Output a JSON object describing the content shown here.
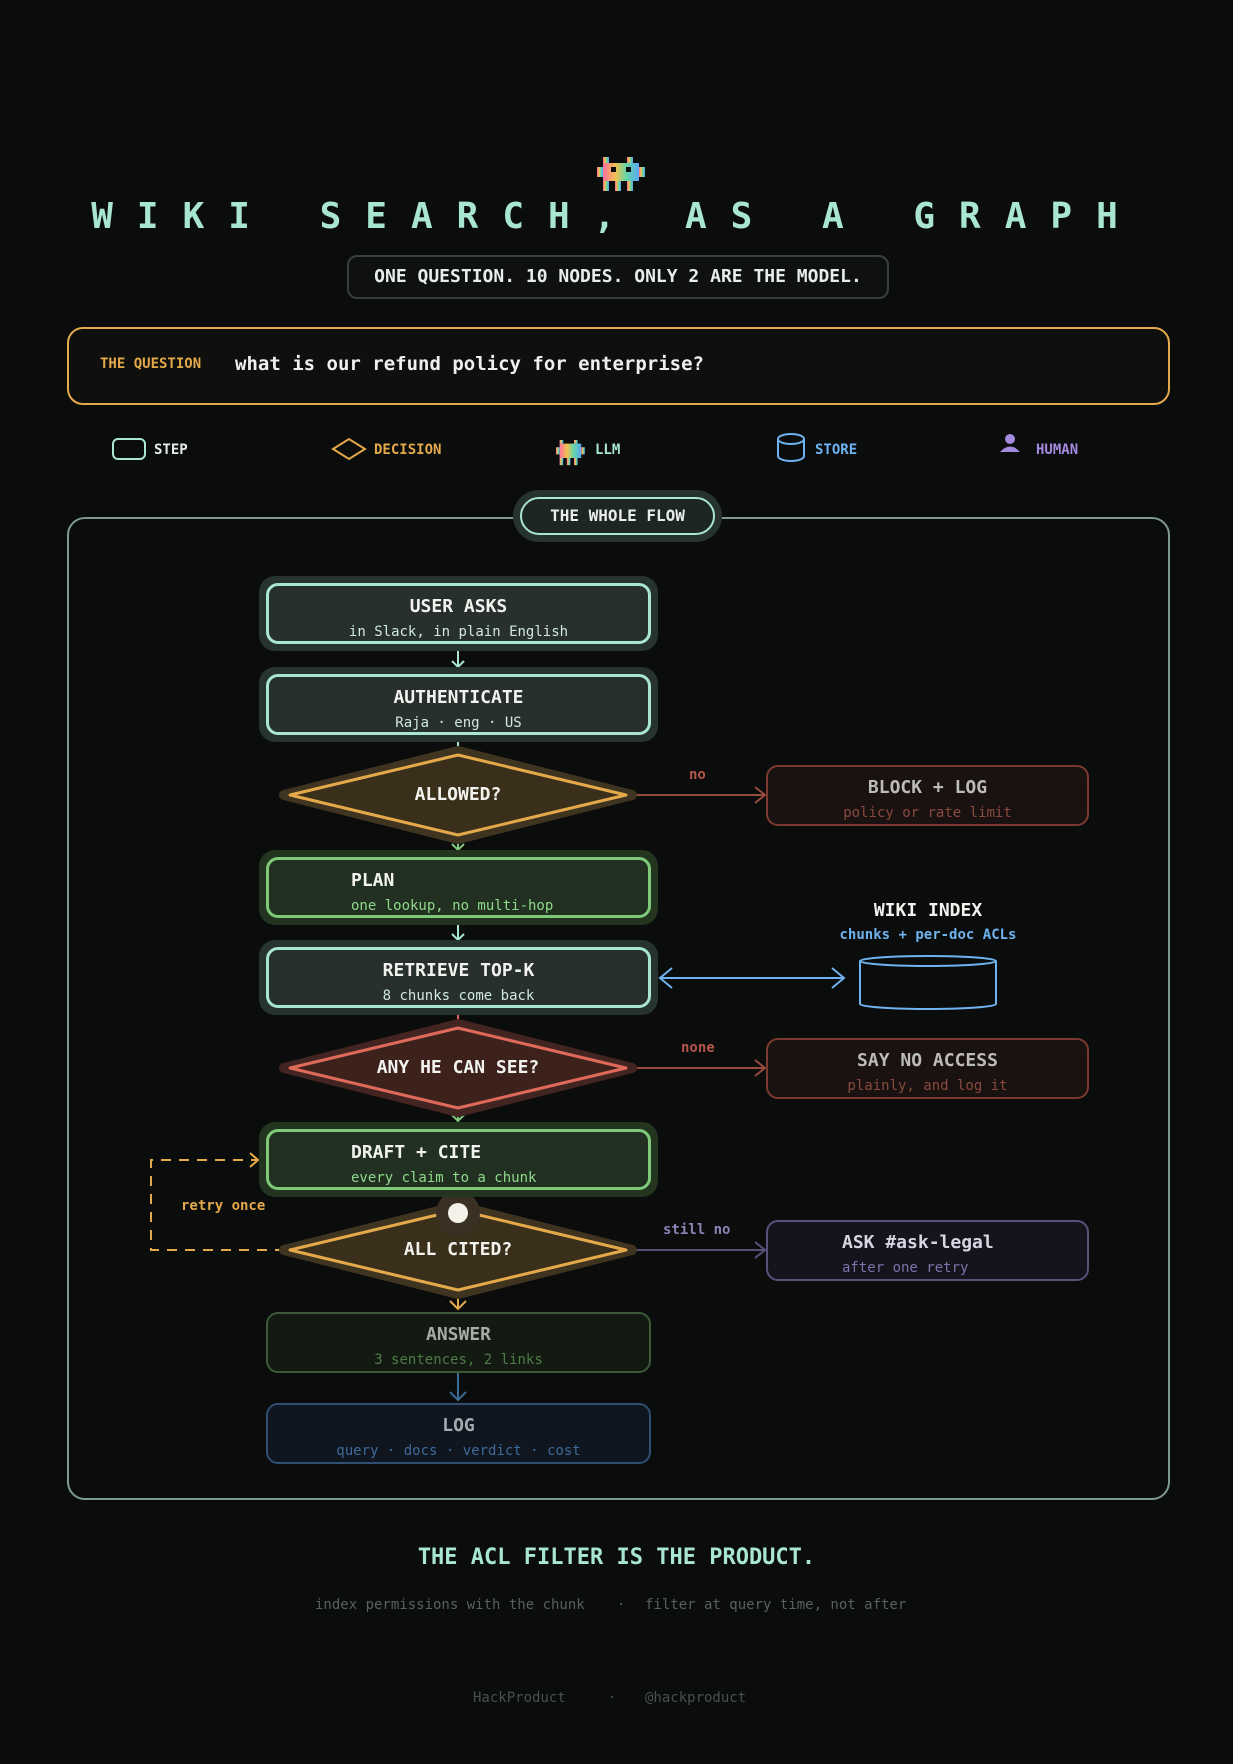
{
  "header": {
    "title": "WIKI SEARCH, AS A GRAPH",
    "subtitle": "ONE QUESTION. 10 NODES. ONLY 2 ARE THE MODEL."
  },
  "question": {
    "label": "THE QUESTION",
    "text": "what is our refund policy for enterprise?"
  },
  "legend": {
    "step": "STEP",
    "decision": "DECISION",
    "llm": "LLM",
    "store": "STORE",
    "human": "HUMAN"
  },
  "flow_label": "THE WHOLE FLOW",
  "nodes": {
    "user_asks": {
      "title": "USER ASKS",
      "sub": "in Slack, in plain English"
    },
    "authenticate": {
      "title": "AUTHENTICATE",
      "sub": "Raja · eng · US"
    },
    "allowed": {
      "title": "ALLOWED?"
    },
    "block_log": {
      "title": "BLOCK + LOG",
      "sub": "policy or rate limit"
    },
    "plan": {
      "title": "PLAN",
      "sub": "one lookup, no multi-hop"
    },
    "retrieve": {
      "title": "RETRIEVE TOP-K",
      "sub": "8 chunks come back"
    },
    "wiki_index": {
      "title": "WIKI INDEX",
      "sub": "chunks + per-doc ACLs"
    },
    "any_he_can_see": {
      "title": "ANY HE CAN SEE?"
    },
    "say_no_access": {
      "title": "SAY NO ACCESS",
      "sub": "plainly, and log it"
    },
    "draft_cite": {
      "title": "DRAFT + CITE",
      "sub": "every claim to a chunk"
    },
    "all_cited": {
      "title": "ALL CITED?"
    },
    "ask_legal": {
      "title": "ASK #ask-legal",
      "sub": "after one retry"
    },
    "answer": {
      "title": "ANSWER",
      "sub": "3 sentences, 2 links"
    },
    "log": {
      "title": "LOG",
      "sub": "query · docs · verdict · cost"
    }
  },
  "edge_labels": {
    "no": "no",
    "none": "none",
    "still_no": "still no",
    "retry_once": "retry once"
  },
  "footer": {
    "tagline": "THE ACL FILTER IS THE PRODUCT.",
    "note_left": "index permissions with the chunk",
    "note_sep": "·",
    "note_right": "filter at query time, not after",
    "brand": "HackProduct",
    "brand_sep": "·",
    "handle": "@hackproduct"
  },
  "colors": {
    "background": "#0b0c0c",
    "mint": "#a8e6cf",
    "amber": "#e3a94a",
    "coral": "#e06a5a",
    "green": "#7fc97a",
    "blue": "#6fb3f0",
    "purple": "#a48be0",
    "rust": "#9a4a3c"
  },
  "icons": {
    "llm": "pixel-robot-icon",
    "store": "database-cylinder-icon",
    "human": "person-icon",
    "step": "rounded-rect-icon",
    "decision": "diamond-icon"
  }
}
